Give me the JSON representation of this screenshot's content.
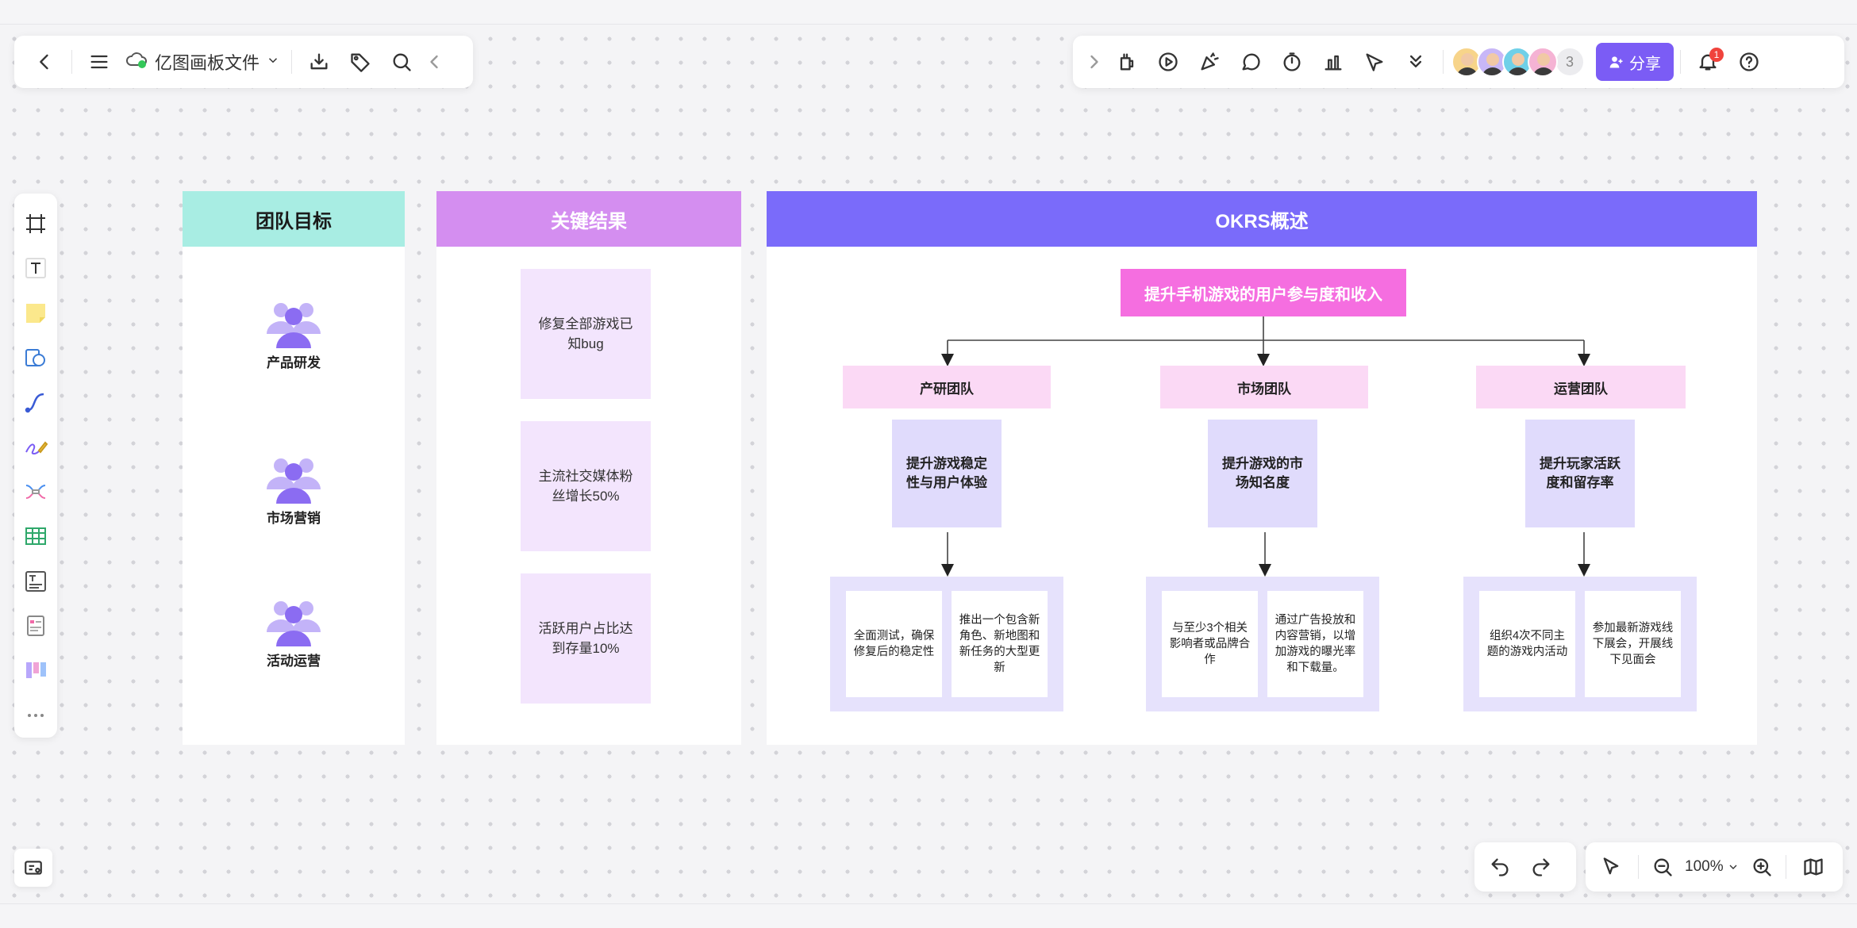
{
  "header": {
    "file_name": "亿图画板文件",
    "share_label": "分享",
    "collaborator_count": "3",
    "notification_count": "1"
  },
  "left_toolbar": {
    "tools": [
      "frame-tool",
      "text-tool",
      "sticky-note-tool",
      "shape-tool",
      "connector-tool",
      "pen-tool",
      "mindmap-tool",
      "table-tool",
      "text-card-tool",
      "template-tool",
      "kanban-tool",
      "more-tools"
    ]
  },
  "zoom": {
    "level": "100%"
  },
  "board": {
    "columns": {
      "teams_title": "团队目标",
      "kr_title": "关键结果",
      "okrs_title": "OKRS概述"
    },
    "teams": [
      {
        "label": "产品研发"
      },
      {
        "label": "市场营销"
      },
      {
        "label": "活动运营"
      }
    ],
    "key_results": [
      {
        "text": "修复全部游戏已知bug"
      },
      {
        "text": "主流社交媒体粉丝增长50%"
      },
      {
        "text": "活跃用户占比达到存量10%"
      }
    ],
    "okrs": {
      "root": "提升手机游戏的用户参与度和收入",
      "departments": [
        {
          "name": "产研团队",
          "objective": "提升游戏稳定性与用户体验",
          "tasks": [
            "全面测试，确保修复后的稳定性",
            "推出一个包含新角色、新地图和新任务的大型更新"
          ]
        },
        {
          "name": "市场团队",
          "objective": "提升游戏的市场知名度",
          "tasks": [
            "与至少3个相关影响者或品牌合作",
            "通过广告投放和内容营销，以增加游戏的曝光率和下载量。"
          ]
        },
        {
          "name": "运营团队",
          "objective": "提升玩家活跃度和留存率",
          "tasks": [
            "组织4次不同主题的游戏内活动",
            "参加最新游戏线下展会，开展线下见面会"
          ]
        }
      ]
    }
  },
  "colors": {
    "teams_header": "#a8ede3",
    "kr_header": "#d48ef0",
    "okrs_header": "#7a6bfa",
    "root_node": "#f56ee0",
    "share_button": "#7b5cf5",
    "person_icon": "#8b6cf2"
  }
}
